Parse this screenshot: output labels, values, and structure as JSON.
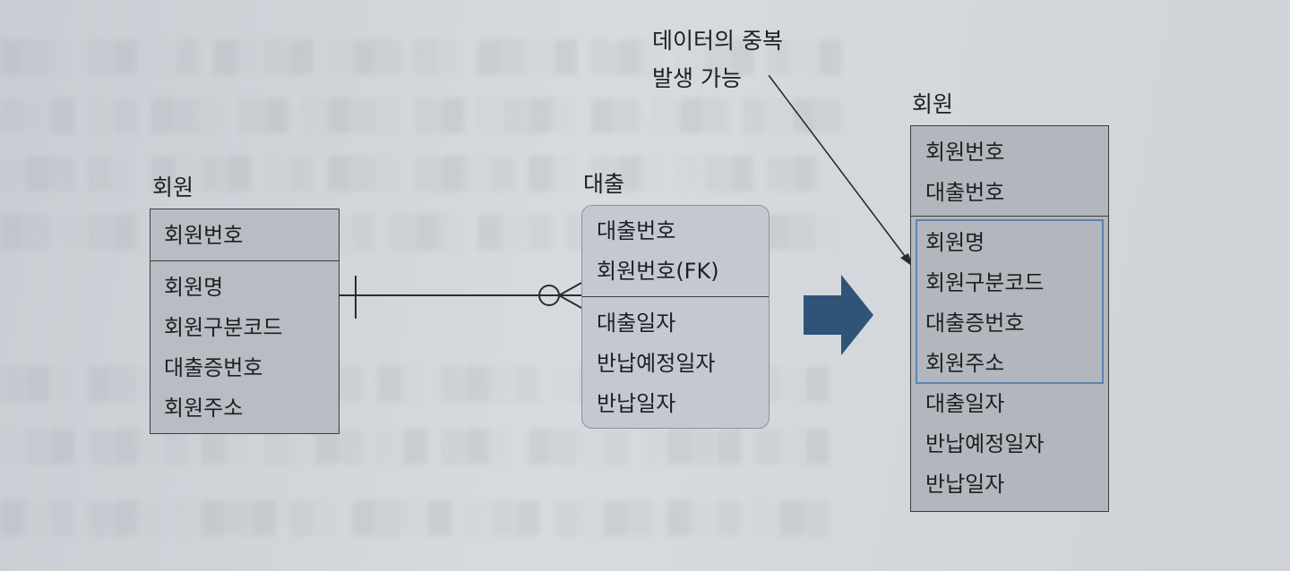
{
  "left_entity": {
    "title": "회원",
    "key": "회원번호",
    "attributes": [
      "회원명",
      "회원구분코드",
      "대출증번호",
      "회원주소"
    ]
  },
  "mid_entity": {
    "title": "대출",
    "keys": [
      "대출번호",
      "회원번호(FK)"
    ],
    "attributes": [
      "대출일자",
      "반납예정일자",
      "반납일자"
    ]
  },
  "right_entity": {
    "title": "회원",
    "keys": [
      "회원번호",
      "대출번호"
    ],
    "duplicated_attributes": [
      "회원명",
      "회원구분코드",
      "대출증번호",
      "회원주소"
    ],
    "attributes": [
      "대출일자",
      "반납예정일자",
      "반납일자"
    ]
  },
  "annotation": {
    "line1": "데이터의 중복",
    "line2": "발생 가능"
  },
  "colors": {
    "arrow": "#2f5478",
    "duplicate_box": "#5e84ad",
    "line": "#2a2b2e"
  }
}
